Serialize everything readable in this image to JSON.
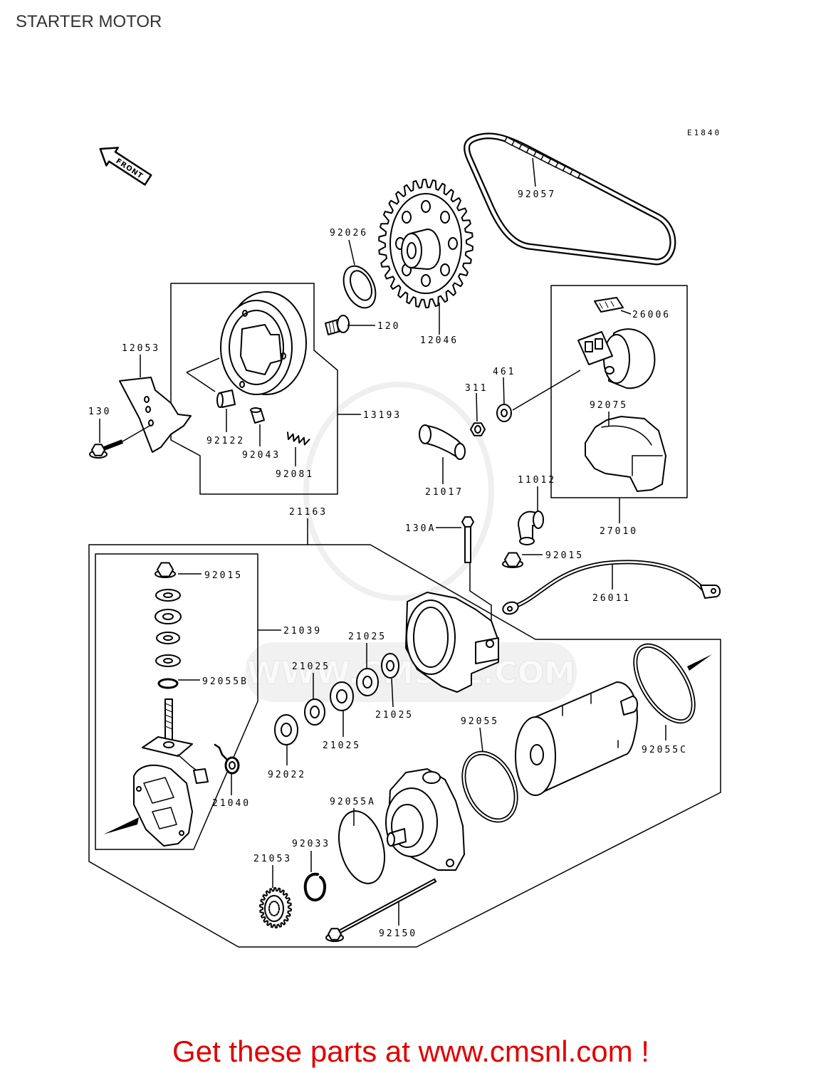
{
  "title": "STARTER MOTOR",
  "diagram_code": "E1840",
  "front_label": "FRONT",
  "watermark": "WWW.CMSNL.COM",
  "callouts": [
    "92057",
    "92026",
    "120",
    "12046",
    "26006",
    "12053",
    "461",
    "311",
    "92075",
    "130",
    "13193",
    "92122",
    "92043",
    "92081",
    "21017",
    "11012",
    "27010",
    "21163",
    "130A",
    "92015",
    "92015",
    "26011",
    "21039",
    "21025",
    "21025",
    "92055B",
    "21025",
    "92055",
    "21025",
    "92055C",
    "92022",
    "21040",
    "92055A",
    "92033",
    "21053",
    "92150"
  ],
  "footer": "Get these parts at www.cmsnl.com !",
  "colors": {
    "line": "#000000",
    "title": "#333333",
    "footer": "#e00000",
    "watermark": "#eeeeee"
  }
}
